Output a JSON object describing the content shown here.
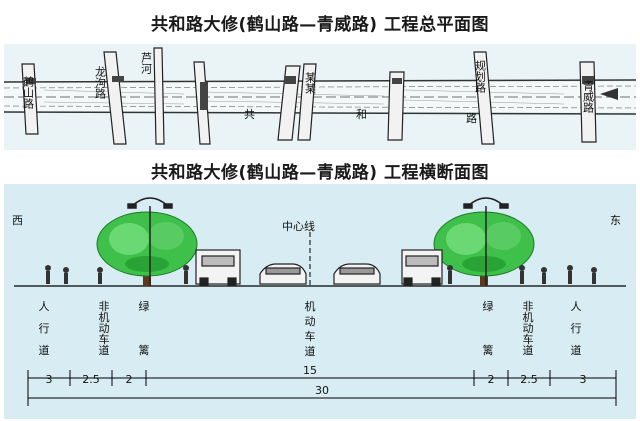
{
  "titles": {
    "plan": "共和路大修(鹤山路—青威路) 工程总平面图",
    "section": "共和路大修(鹤山路—青威路) 工程横断面图"
  },
  "plan_labels": {
    "road_left": "鹤山路",
    "road_2": "龙沟路",
    "road_3": "芦河",
    "road_4": "某某",
    "road_5": "规划路",
    "road_right": "青威路",
    "main_road": [
      "共",
      "和",
      "路"
    ]
  },
  "section_labels": {
    "west": "西",
    "east": "东",
    "centerline": "中心线"
  },
  "lanes": [
    {
      "text": [
        "人",
        "行",
        "道"
      ]
    },
    {
      "text": [
        "非",
        "机",
        "动",
        "车",
        "道"
      ]
    },
    {
      "text": [
        "绿",
        "",
        "篱"
      ]
    },
    {
      "text": [
        "机",
        "动",
        "车",
        "道"
      ]
    },
    {
      "text": [
        "绿",
        "",
        "篱"
      ]
    },
    {
      "text": [
        "非",
        "机",
        "动",
        "车",
        "道"
      ]
    },
    {
      "text": [
        "人",
        "行",
        "道"
      ]
    }
  ],
  "dimensions": {
    "widths": [
      "3",
      "2.5",
      "2",
      "15",
      "2",
      "2.5",
      "3"
    ],
    "total": "30"
  },
  "colors": {
    "panel": "#d7edf3",
    "tree": "#3ec04a",
    "line": "#000000"
  }
}
